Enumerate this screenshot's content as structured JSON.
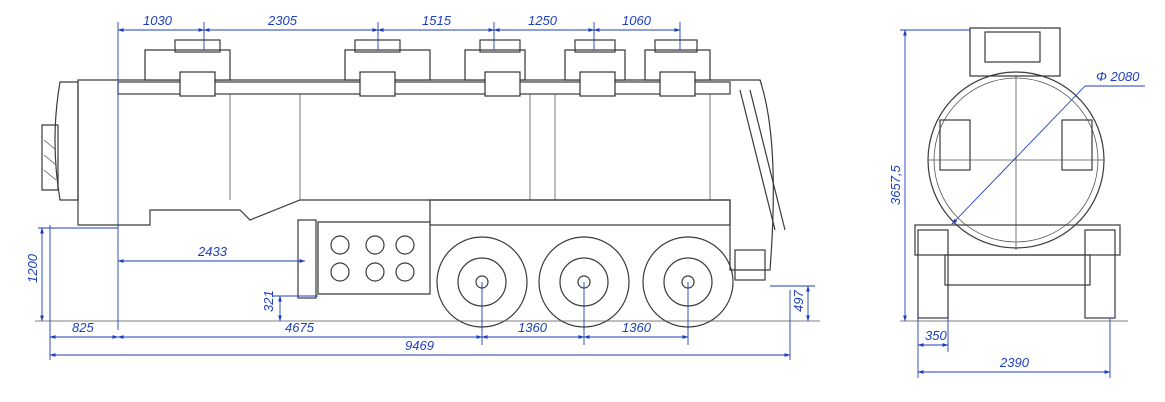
{
  "colors": {
    "dimension": "#1d3fbf",
    "drawing": "#3a3a3a"
  },
  "side_view": {
    "top_dims": [
      "1030",
      "2305",
      "1515",
      "1250",
      "1060"
    ],
    "bottom_dims": [
      "825",
      "4675",
      "1360",
      "1360"
    ],
    "overall_length": "9469",
    "height_coupling": "1200",
    "kingpin_to_box": "2433",
    "box_ground_clearance": "321",
    "rear_ground_clearance": "497"
  },
  "rear_view": {
    "tank_diameter": "Φ 2080",
    "overall_height": "3657,5",
    "overall_width": "2390",
    "side_offset": "350"
  }
}
